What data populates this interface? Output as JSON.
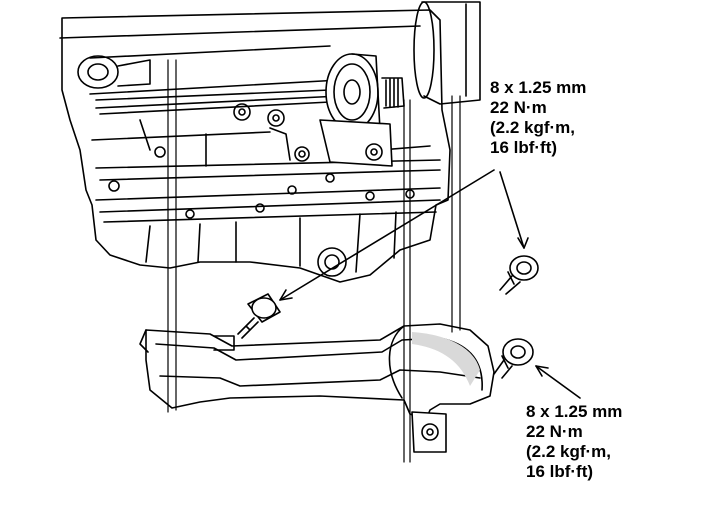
{
  "callouts": {
    "top": {
      "size": "8 x 1.25 mm",
      "torque_nm": "22 N·m",
      "torque_kgf": "(2.2 kgf·m,",
      "torque_lbf": "16 lbf·ft)"
    },
    "bottom": {
      "size": "8 x 1.25 mm",
      "torque_nm": "22 N·m",
      "torque_kgf": "(2.2 kgf·m,",
      "torque_lbf": "16 lbf·ft)"
    }
  },
  "colors": {
    "ink": "#000000",
    "paper": "#ffffff",
    "shade": "#d9d9d9"
  }
}
